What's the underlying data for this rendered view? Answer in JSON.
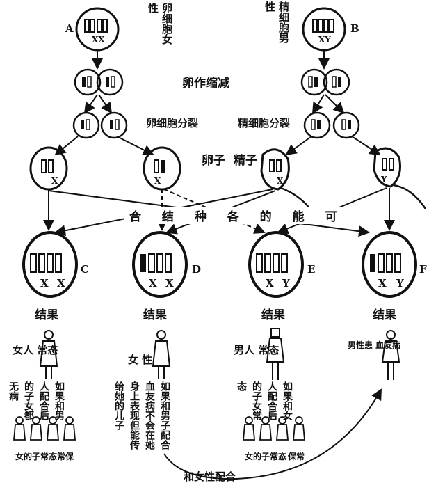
{
  "top": {
    "cell_a_label": "A",
    "cell_b_label": "B",
    "cell_a_sex": "XX",
    "cell_b_sex": "XY",
    "female_title": "卵细胞女性",
    "male_title": "精细胞男性",
    "meiosis_title": "卵作缩减",
    "egg_split": "卵细胞分裂",
    "sperm_split": "精细胞分裂",
    "egg_label": "卵子",
    "sperm_label": "精子"
  },
  "gametes": [
    {
      "chromosome_label": "X"
    },
    {
      "chromosome_label": "X"
    },
    {
      "chromosome_label": "X"
    },
    {
      "chromosome_label": "Y"
    }
  ],
  "combination_banner": "合 结 种 各 的 能 可",
  "zygotes": [
    {
      "letter": "C",
      "sex": [
        "X",
        "X"
      ],
      "result": "结果",
      "desc": "女人 常态"
    },
    {
      "letter": "D",
      "sex": [
        "X",
        "X"
      ],
      "result": "结果",
      "desc": "女 性"
    },
    {
      "letter": "E",
      "sex": [
        "X",
        "Y"
      ],
      "result": "结果",
      "desc": "男人 常态"
    },
    {
      "letter": "F",
      "sex": [
        "X",
        "Y"
      ],
      "result": "结果",
      "desc": "男性患 血友病"
    }
  ],
  "notes": [
    "如果和男人配合后的子女都无病",
    "如果和男子配合血友病不会在她身上表现但能传给她的儿子",
    "如果和女人配合后的子女常态",
    "和女性配合"
  ],
  "children_captions": [
    "女的子常态",
    "常保",
    "女的子常态",
    "保常"
  ],
  "bottom_note": "和女性配合"
}
